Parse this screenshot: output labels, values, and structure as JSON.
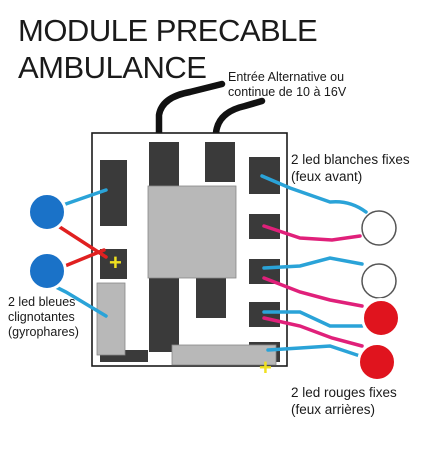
{
  "title": {
    "line1": "MODULE PRECABLE",
    "line2": "AMBULANCE"
  },
  "labels": {
    "input": [
      "Entrée Alternative ou",
      "continue de 10 à 16V"
    ],
    "white_leds": [
      "2 led blanches fixes",
      "(feux avant)"
    ],
    "blue_leds": [
      "2 led bleues",
      "clignotantes",
      "(gyrophares)"
    ],
    "red_leds": [
      "2 led rouges fixes",
      "(feux arrières)"
    ]
  },
  "polarity_marks": [
    "+",
    "+"
  ],
  "colors": {
    "board_outline": "#1a1a1a",
    "board_fill": "#ffffff",
    "pad_dark": "#3a3a3a",
    "component_grey": "#b8b8b8",
    "wire_blue": "#2aa3d8",
    "wire_magenta": "#e0207a",
    "wire_red": "#e02020",
    "wire_black": "#111111",
    "led_blue": "#1a72c8",
    "led_white": "#ffffff",
    "led_red": "#e0141e",
    "plus_sign": "#f0e020"
  },
  "icons": [
    "blue-led-icon",
    "white-led-icon",
    "red-led-icon"
  ]
}
